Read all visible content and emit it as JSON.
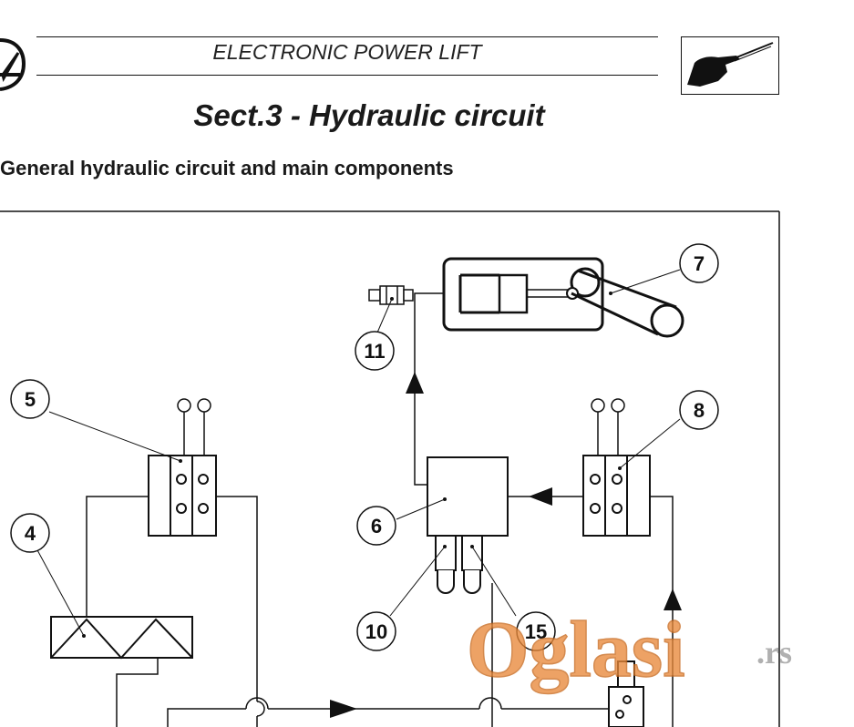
{
  "header": {
    "title": "ELECTRONIC POWER LIFT",
    "section_title": "Sect.3 - Hydraulic circuit",
    "subtitle": "General hydraulic circuit and main components"
  },
  "diagram": {
    "callouts": [
      {
        "id": "callout-7",
        "label": "7"
      },
      {
        "id": "callout-11",
        "label": "11"
      },
      {
        "id": "callout-5",
        "label": "5"
      },
      {
        "id": "callout-8",
        "label": "8"
      },
      {
        "id": "callout-6",
        "label": "6"
      },
      {
        "id": "callout-4",
        "label": "4"
      },
      {
        "id": "callout-10",
        "label": "10"
      },
      {
        "id": "callout-15",
        "label": "15"
      }
    ]
  },
  "watermark": {
    "brand": "Oglasi",
    "suffix": ".rs"
  },
  "colors": {
    "line": "#111111",
    "watermark": "#e8893a",
    "background": "#ffffff"
  }
}
